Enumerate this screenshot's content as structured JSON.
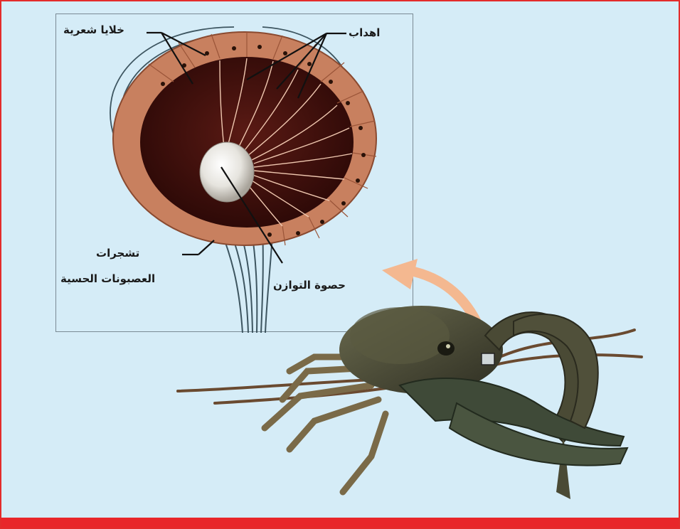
{
  "labels": {
    "hair_cells": "خلايا شعرية",
    "cilia": "اهداب",
    "dendrites": "تشجرات",
    "sensory_neurons": "العصبونات الحسية",
    "statolith": "حصوة التوازن"
  },
  "colors": {
    "background": "#d5ecf7",
    "frame_border": "#e32b2b",
    "bottom_bar": "#e8262a",
    "cell_tissue": "#c8805f",
    "cavity": "#3a0f0b",
    "nerve": "#3d5560",
    "statolith": "#e8e6e0",
    "arrow": "#f4b890",
    "crayfish": "#4a4a35"
  }
}
